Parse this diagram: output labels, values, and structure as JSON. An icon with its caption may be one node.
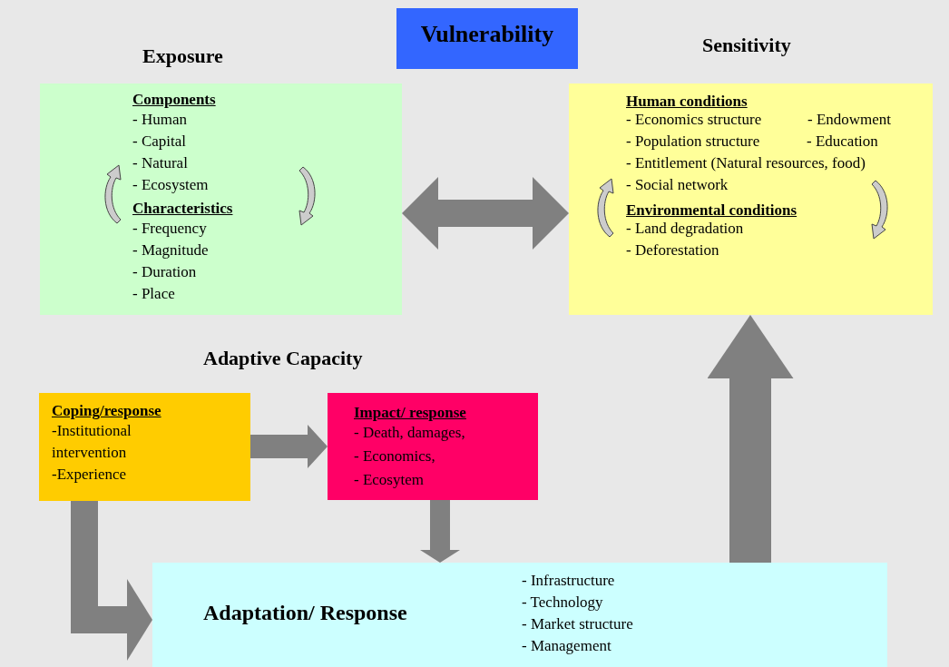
{
  "diagram": {
    "nodes": [
      {
        "text": [
          "Vulnerability"
        ]
      },
      {
        "text": [
          "Exposure",
          "Components",
          "- Human",
          "- Capital",
          "- Natural",
          "- Ecosystem",
          "Characteristics",
          "- Frequency",
          "- Magnitude",
          "- Duration",
          "- Place"
        ]
      },
      {
        "text": [
          "Sensitivity",
          "Human conditions",
          "- Economics structure",
          "- Endowment",
          "- Population structure",
          "- Education",
          "- Entitlement (Natural resources, food)",
          "- Social network",
          "Environmental conditions",
          "- Land degradation",
          "- Deforestation"
        ]
      },
      {
        "text": [
          "Coping/response",
          "-Institutional intervention",
          "-Experience"
        ]
      },
      {
        "text": [
          "Impact/ response",
          "- Death, damages,",
          "- Economics,",
          "- Ecosytem"
        ]
      },
      {
        "text": [
          "Adaptation/ Response",
          "- Infrastructure",
          "- Technology",
          "- Market structure",
          "- Management"
        ]
      }
    ],
    "edges": [
      {
        "from": 1,
        "to": 2,
        "arrow": "both"
      },
      {
        "from": 3,
        "to": 4,
        "arrow": "to"
      },
      {
        "from": 3,
        "to": 5,
        "arrow": "to"
      },
      {
        "from": 4,
        "to": 5,
        "arrow": "to"
      },
      {
        "from": 5,
        "to": 2,
        "arrow": "to"
      }
    ],
    "labels": [
      "Adaptive Capacity"
    ]
  }
}
